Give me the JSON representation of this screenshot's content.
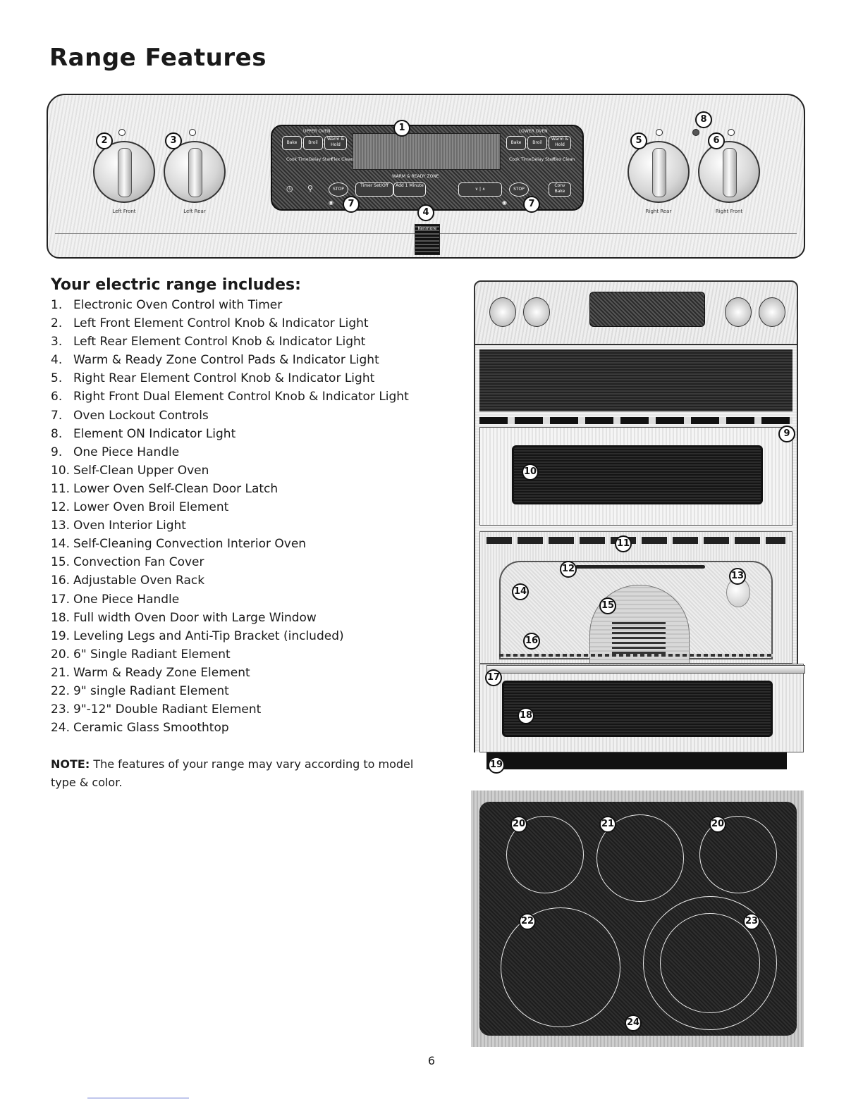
{
  "page_title": "Range Features",
  "panel": {
    "knobs": [
      {
        "label": "Left Front"
      },
      {
        "label": "Left Rear"
      },
      {
        "label": "Right Rear"
      },
      {
        "label": "Right Front"
      }
    ],
    "display": {
      "upper_oven": "UPPER OVEN",
      "lower_oven": "LOWER OVEN",
      "warm_zone": "WARM & READY ZONE",
      "bake": "Bake",
      "broil": "Broil",
      "warm_hold": "Warm & Hold",
      "cook_time": "Cook Time",
      "delay_start": "Delay Start",
      "flex_clean": "Flex Clean",
      "stop": "STOP",
      "timer": "Timer Set/Off",
      "add_minute": "Add 1 Minute",
      "conv_bake": "Conv Bake"
    },
    "brand": "Kenmore"
  },
  "callouts": {
    "c1": "1",
    "c2": "2",
    "c3": "3",
    "c4": "4",
    "c5": "5",
    "c6": "6",
    "c7a": "7",
    "c7b": "7",
    "c8": "8",
    "c9": "9",
    "c10": "10",
    "c11": "11",
    "c12": "12",
    "c13": "13",
    "c14": "14",
    "c15": "15",
    "c16": "16",
    "c17": "17",
    "c18": "18",
    "c19": "19",
    "c20a": "20",
    "c20b": "20",
    "c21": "21",
    "c22": "22",
    "c23": "23",
    "c24": "24"
  },
  "list_heading": "Your electric range includes:",
  "features": [
    {
      "num": "1.",
      "text": "Electronic Oven Control with Timer"
    },
    {
      "num": "2.",
      "text": "Left Front Element Control Knob & Indicator Light"
    },
    {
      "num": "3.",
      "text": "Left Rear Element Control Knob & Indicator Light"
    },
    {
      "num": "4.",
      "text": "Warm & Ready Zone Control Pads & Indicator Light"
    },
    {
      "num": "5.",
      "text": "Right Rear Element Control Knob & Indicator Light"
    },
    {
      "num": "6.",
      "text": "Right Front Dual Element Control Knob & Indicator Light"
    },
    {
      "num": "7.",
      "text": "Oven Lockout Controls"
    },
    {
      "num": "8.",
      "text": "Element ON Indicator Light"
    },
    {
      "num": "9.",
      "text": "One Piece Handle"
    },
    {
      "num": "10.",
      "text": "Self-Clean Upper Oven"
    },
    {
      "num": "11.",
      "text": "Lower Oven Self-Clean Door Latch"
    },
    {
      "num": "12.",
      "text": "Lower Oven Broil Element"
    },
    {
      "num": "13.",
      "text": "Oven Interior Light"
    },
    {
      "num": "14.",
      "text": "Self-Cleaning Convection Interior Oven"
    },
    {
      "num": "15.",
      "text": "Convection Fan Cover"
    },
    {
      "num": "16.",
      "text": "Adjustable Oven Rack"
    },
    {
      "num": "17.",
      "text": "One Piece Handle"
    },
    {
      "num": "18.",
      "text": "Full width Oven Door with Large Window"
    },
    {
      "num": "19.",
      "text": "Leveling Legs and Anti-Tip Bracket (included)"
    },
    {
      "num": "20.",
      "text": "6\" Single Radiant Element"
    },
    {
      "num": "21.",
      "text": "Warm & Ready Zone Element"
    },
    {
      "num": "22.",
      "text": "9\" single Radiant Element"
    },
    {
      "num": "23.",
      "text": "9\"-12\" Double Radiant Element"
    },
    {
      "num": "24.",
      "text": "Ceramic Glass Smoothtop"
    }
  ],
  "note": {
    "label": "NOTE:",
    "text": "The features of your range may vary according to model type & color."
  },
  "page_number": "6"
}
